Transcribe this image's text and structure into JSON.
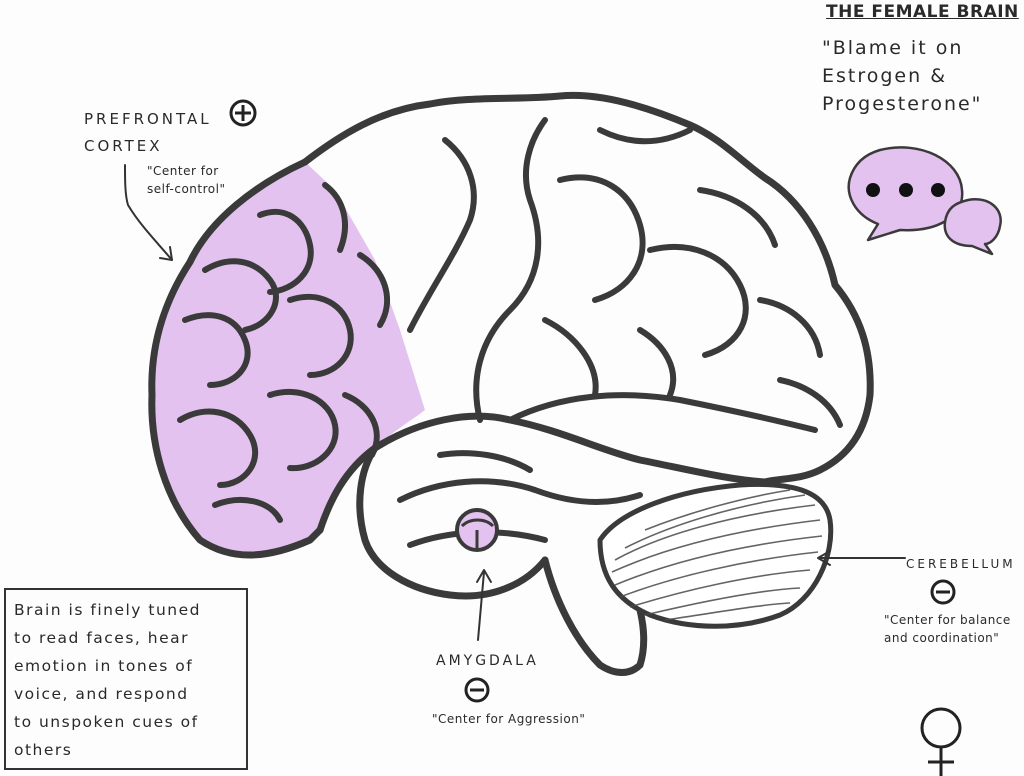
{
  "title": "THE FEMALE BRAIN",
  "subtitle": "\"Blame it on\nEstrogen &\nProgesterone\"",
  "regions": [
    {
      "label": "PREFRONTAL\nCORTEX",
      "description": "\"Center for\nself-control\"",
      "sign": "+"
    },
    {
      "label": "AMYGDALA",
      "description": "\"Center for Aggression\"",
      "sign": "−"
    },
    {
      "label": "CEREBELLUM",
      "description": "\"Center for balance\nand coordination\"",
      "sign": "−"
    }
  ],
  "note": "Brain is finely tuned\nto read faces, hear\nemotion in tones of\nvoice, and respond\nto unspoken cues of\nothers",
  "colors": {
    "highlight": "#e4c2ef",
    "ink": "#3a3a3a"
  },
  "icons": [
    "speech-bubbles-icon",
    "female-symbol-icon",
    "plus-circle-icon",
    "minus-circle-icon"
  ]
}
